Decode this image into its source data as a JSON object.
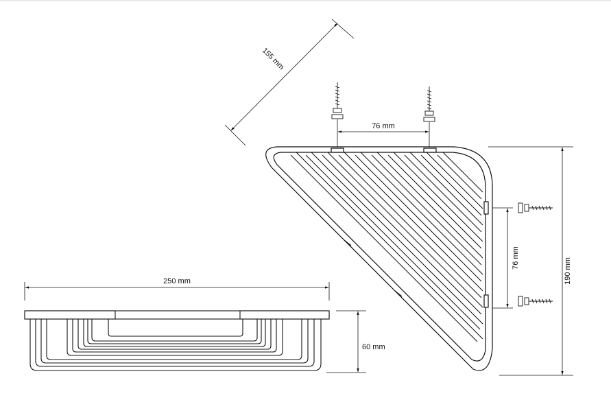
{
  "dimensions": {
    "width_250": "250 mm",
    "height_60": "60 mm",
    "diagonal_155": "155 mm",
    "spacing_top_76": "76 mm",
    "spacing_side_76": "76 mm",
    "height_190": "190 mm"
  },
  "colors": {
    "line": "#111111",
    "background": "#ffffff",
    "top_rule": "#e9e9e9"
  }
}
